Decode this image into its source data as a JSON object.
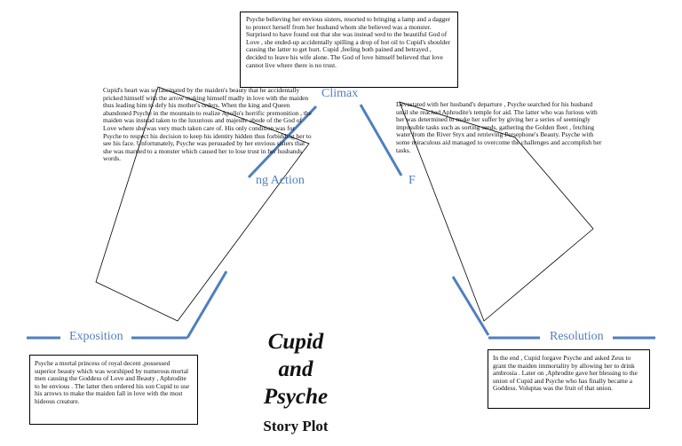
{
  "colors": {
    "accent": "#4f7fbf",
    "text": "#111111",
    "border": "#000000"
  },
  "labels": {
    "exposition": "Exposition",
    "rising": "ng Action",
    "climax": "Climax",
    "falling": "F",
    "resolution": "Resolution"
  },
  "title": {
    "line1": "Cupid",
    "line2": "and",
    "line3": "Psyche",
    "subtitle": "Story Plot"
  },
  "text": {
    "climax": "Psyche believing her envious sisters, resorted to bringing a lamp and a dagger to protect herself from her husband whom she believed was a monster. Surprised to have found out that she was instead wed to the beautiful God of Love , she ended-up accidentally spilling a drop of hot oil to Cupid's shoulder causing the latter to get hurt. Cupid ,feeling both pained and betrayed , decided to leave his wife alone. The God of love himself believed that love cannot live where there is no trust.",
    "rising": "Cupid's heart was so fascinated by the maiden's beauty that he accidentally pricked himself with the arrow making himself madly in love with the maiden thus leading him to defy his mother's orders. When the king and Queen abandoned Psyche in the mountain to realize Apollo's horrific premonition , the maiden was instead taken to the luxurious and majestic abode of the God of Love where she was very much taken care of. His only condition was for Psyche to respect his decision to keep his identity hidden thus forbidding her to see his face. Unfortunately, Psyche was persuaded by her envious sisters that she was married to a monster which caused her to lose trust in her husbands words.",
    "falling": "Devastated with her husband's departure , Psyche searched for his husband until she reached Aphrodite's temple for aid. The latter who was furious with her was determined to make her suffer by giving her a series of seemingly impossible tasks such as sorting seeds, gathering the Golden fleet , fetching water from the River Styx and retrieving Persephone's Beauty. Psyche with some miraculous aid managed to overcome the challenges and accomplish her tasks.",
    "exposition": "Psyche a mortal princess of royal decent ,possessed superior beauty which was worshiped by numerous mortal men causing the Goddess of Love and Beauty , Aphrodite to be envious . The latter then ordered his son Cupid to use his arrows to make the maiden fall in love with the most hideous creature.",
    "resolution": "In the end , Cupid forgave Psyche and asked Zeus to grant the maiden immortality by allowing her to drink ambrosia . Later on ,Aphrodite gave her blessing to the union of Cupid and Psyche who has finally became a Goddess. Voluptas was the fruit of that union."
  }
}
